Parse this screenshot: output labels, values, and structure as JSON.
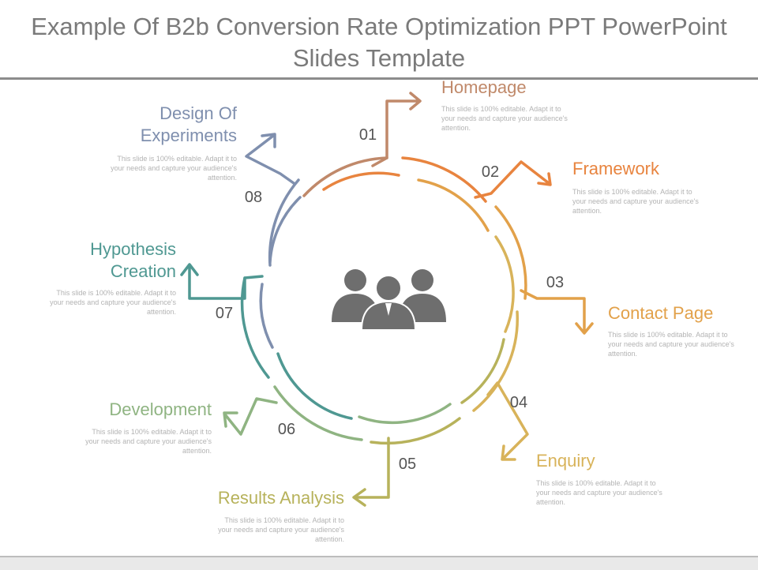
{
  "title": "Example Of B2b Conversion Rate Optimization PPT PowerPoint Slides Template",
  "colors": {
    "homepage": "#c0896a",
    "framework": "#e8843f",
    "contact": "#e2a14a",
    "enquiry": "#d8b35a",
    "results": "#b7b25b",
    "development": "#8fb482",
    "hypothesis": "#4f9892",
    "design": "#7f8fae"
  },
  "center_icon": "people-group-icon",
  "steps": [
    {
      "number": "01",
      "label": "Homepage",
      "desc": "This slide is 100% editable. Adapt it to your needs and capture your audience's attention."
    },
    {
      "number": "02",
      "label": "Framework",
      "desc": "This slide is 100% editable. Adapt it to your needs and capture your audience's attention."
    },
    {
      "number": "03",
      "label": "Contact Page",
      "desc": "This slide is 100% editable. Adapt it to your needs and capture your audience's attention."
    },
    {
      "number": "04",
      "label": "Enquiry",
      "desc": "This slide is 100% editable. Adapt it to your needs and capture your audience's attention."
    },
    {
      "number": "05",
      "label": "Results Analysis",
      "desc": "This slide is 100% editable. Adapt it to your needs and capture your audience's attention."
    },
    {
      "number": "06",
      "label": "Development",
      "desc": "This slide is 100% editable. Adapt it to your needs and capture your audience's attention."
    },
    {
      "number": "07",
      "label": "Hypothesis\nCreation",
      "desc": "This slide is 100% editable. Adapt it to your needs and capture your audience's attention."
    },
    {
      "number": "08",
      "label": "Design Of\nExperiments",
      "desc": "This slide is 100% editable. Adapt it to your needs and capture your audience's attention."
    }
  ]
}
